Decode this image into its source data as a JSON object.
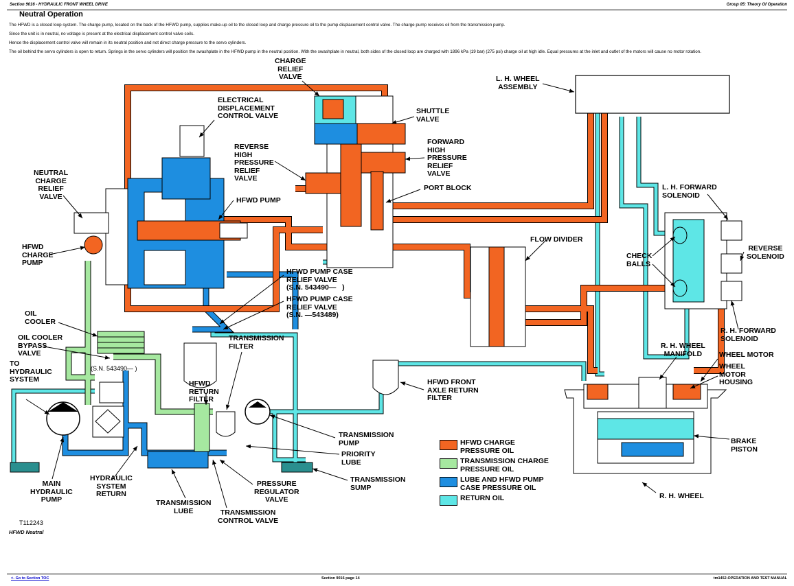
{
  "header": {
    "left": "Section 9016 - HYDRAULIC FRONT WHEEL DRIVE",
    "right": "Group 05: Theory Of Operation"
  },
  "title": "Neutral Operation",
  "paragraphs": [
    "The HFWD is a closed loop system. The charge pump, located on the back of the HFWD pump, supplies make-up oil to the closed loop and charge pressure oil to the pump displacement control valve. The charge pump receives oil from the transmission pump.",
    "Since the unit is in neutral, no voltage is present at the electrical displacement control valve coils.",
    "Hence the displacement control valve will remain in its neutral position and not direct charge pressure to the servo cylinders.",
    "The oil behind the servo cylinders is open to return. Springs in the servo cylinders will position the swashplate in the HFWD pump in the neutral position. With the swashplate in neutral, both sides of the closed loop are charged with 1896 kPa (19 bar) (275 psi) charge oil at high idle. Equal pressures at the inlet and outlet of the motors will cause no motor rotation."
  ],
  "labels": {
    "charge_relief_valve": "CHARGE\nRELIEF\nVALVE",
    "electrical_displacement_control_valve": "ELECTRICAL\nDISPLACEMENT\nCONTROL VALVE",
    "shuttle_valve": "SHUTTLE\nVALVE",
    "lh_wheel_assembly": "L. H. WHEEL\nASSEMBLY",
    "reverse_high_pressure_relief_valve": "REVERSE\nHIGH\nPRESSURE\nRELIEF\nVALVE",
    "forward_high_pressure_relief_valve": "FORWARD\nHIGH\nPRESSURE\nRELIEF\nVALVE",
    "port_block": "PORT BLOCK",
    "neutral_charge_relief_valve": "NEUTRAL\nCHARGE\nRELIEF\nVALVE",
    "hfwd_pump": "HFWD PUMP",
    "lh_forward_solenoid": "L. H. FORWARD\nSOLENOID",
    "hfwd_charge_pump": "HFWD\nCHARGE\nPUMP",
    "flow_divider": "FLOW DIVIDER",
    "reverse_solenoid": "REVERSE\nSOLENOID",
    "check_balls": "CHECK\nBALLS",
    "case_relief_1": "HFWD PUMP CASE\nRELIEF VALVE\n(S.N. 543490—   )",
    "case_relief_2": "HFWD PUMP CASE\nRELIEF VALVE\n(S.N. —543489)",
    "oil_cooler": "OIL\nCOOLER",
    "rh_forward_solenoid": "R. H. FORWARD\nSOLENOID",
    "oil_cooler_bypass_valve": "OIL COOLER\nBYPASS\nVALVE",
    "transmission_filter": "TRANSMISSION\nFILTER",
    "rh_wheel_manifold": "R. H. WHEEL\nMANIFOLD",
    "wheel_motor": "WHEEL MOTOR",
    "to_hydraulic_system": "TO\nHYDRAULIC\nSYSTEM",
    "sn_543490": "(S.N. 543490—   )",
    "wheel_motor_housing": "WHEEL\nMOTOR\nHOUSING",
    "hfwd_return_filter": "HFWD\nRETURN\nFILTER",
    "hfwd_front_axle_return_filter": "HFWD FRONT\nAXLE RETURN\nFILTER",
    "transmission_pump": "TRANSMISSION\nPUMP",
    "brake_piston": "BRAKE\nPISTON",
    "priority_lube": "PRIORITY\nLUBE",
    "transmission_sump": "TRANSMISSION\nSUMP",
    "main_hydraulic_pump": "MAIN\nHYDRAULIC\nPUMP",
    "hydraulic_system_return": "HYDRAULIC\nSYSTEM\nRETURN",
    "pressure_regulator_valve": "PRESSURE\nREGULATOR\nVALVE",
    "rh_wheel": "R. H. WHEEL",
    "transmission_lube": "TRANSMISSION\nLUBE",
    "transmission_control_valve": "TRANSMISSION\nCONTROL VALVE",
    "figure_id": "T112243"
  },
  "legend": [
    {
      "label": "HFWD CHARGE\nPRESSURE OIL",
      "color": "#f26522"
    },
    {
      "label": "TRANSMISSION CHARGE\nPRESSURE OIL",
      "color": "#a6e8a0"
    },
    {
      "label": "LUBE AND HFWD PUMP\nCASE PRESSURE OIL",
      "color": "#1e8ee0"
    },
    {
      "label": "RETURN OIL",
      "color": "#5ee6e6"
    }
  ],
  "colors": {
    "charge": "#f26522",
    "trans": "#a6e8a0",
    "lube": "#1e8ee0",
    "return": "#5ee6e6"
  },
  "caption": "HFWD Neutral",
  "footer": {
    "left": "<- Go to Section TOC",
    "center": "Section 9016 page 14",
    "right": "tm1452-OPERATION AND TEST MANUAL"
  }
}
